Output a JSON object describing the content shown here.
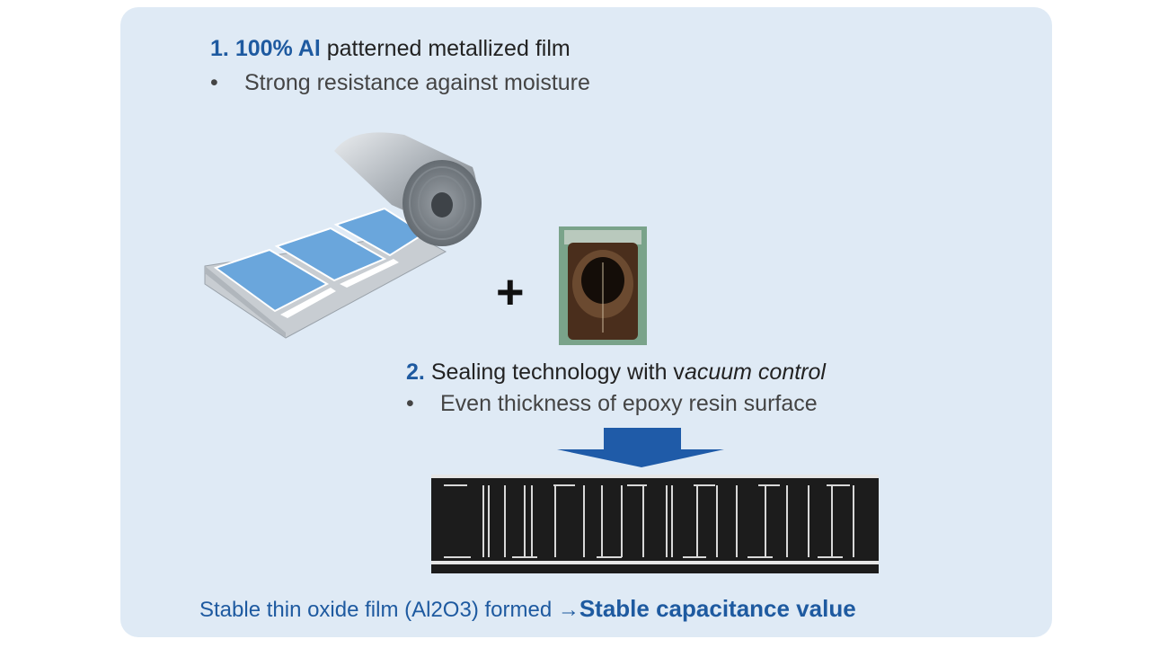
{
  "item1": {
    "number": "1.",
    "bold_text": "100% Al",
    "text": "patterned metallized film",
    "bullet_symbol": "•",
    "bullet": "Strong resistance against moisture"
  },
  "plus_sign": "+",
  "item2": {
    "number": "2.",
    "text_prefix": "Sealing technology with v",
    "text_italic": "acuum control",
    "bullet_symbol": "•",
    "bullet": "Even thickness of epoxy resin surface"
  },
  "conclusion": {
    "text": "Stable thin oxide film (Al2O3) formed →",
    "bold_text": "Stable capacitance value"
  },
  "colors": {
    "panel_background": "#dfeaf5",
    "accent_blue": "#1e5aa0",
    "film_pattern_blue": "#6aa6dc"
  },
  "icons": {
    "film_roll": "metallized-film-roll-illustration",
    "sealed_capacitor_photo": "sealed-capacitor-photo",
    "arrow": "down-arrow-icon",
    "cross_section": "film-cross-section-micrograph"
  }
}
